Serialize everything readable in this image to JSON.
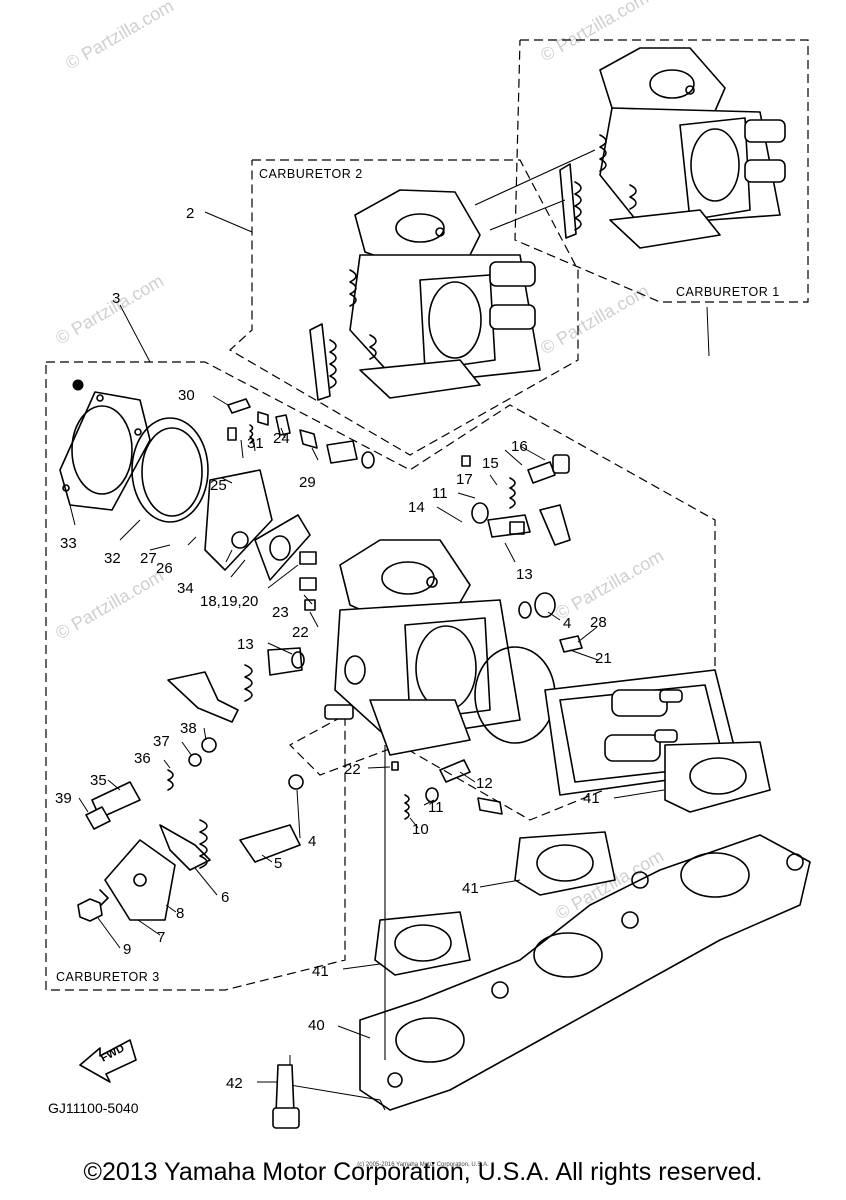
{
  "box_titles": {
    "carb1": "CARBURETOR 1",
    "carb2": "CARBURETOR 2",
    "carb3": "CARBURETOR 3"
  },
  "labels": {
    "p2": "2",
    "p3": "3",
    "p4a": "4",
    "p4b": "4",
    "p5": "5",
    "p6": "6",
    "p7": "7",
    "p8": "8",
    "p9": "9",
    "p10": "10",
    "p11a": "11",
    "p11b": "11",
    "p12": "12",
    "p13a": "13",
    "p13b": "13",
    "p14": "14",
    "p15": "15",
    "p16": "16",
    "p17": "17",
    "p181920": "18,19,20",
    "p21": "21",
    "p22a": "22",
    "p22b": "22",
    "p23": "23",
    "p24": "24",
    "p25": "25",
    "p26": "26",
    "p27": "27",
    "p28": "28",
    "p29": "29",
    "p30": "30",
    "p31": "31",
    "p32": "32",
    "p33": "33",
    "p34": "34",
    "p35": "35",
    "p36": "36",
    "p37": "37",
    "p38": "38",
    "p39": "39",
    "p40": "40",
    "p41a": "41",
    "p41b": "41",
    "p41c": "41",
    "p42": "42"
  },
  "fwd_label": "FWD",
  "diagram_code": "GJ11100-5040",
  "watermark": "© Partzilla.com",
  "tiny_note": "(c) 2005-2016 Yamaha Motor Corporation, U.S.A.",
  "copyright": "©2013 Yamaha Motor Corporation, U.S.A. All rights reserved."
}
